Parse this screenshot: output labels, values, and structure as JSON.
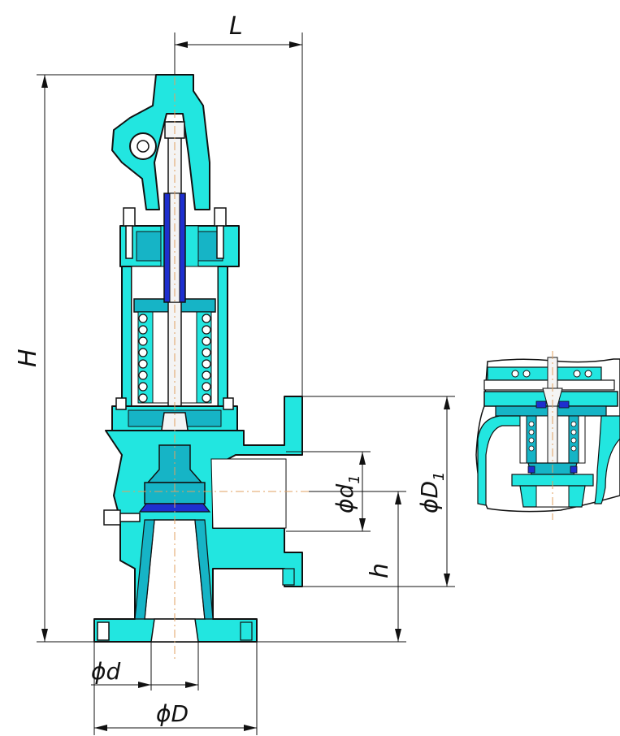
{
  "colors": {
    "body": "#22e6e0",
    "body_dark": "#16b4c6",
    "seal": "#1e2fcf",
    "background": "#ffffff",
    "line": "#111111",
    "axis": "#e0a060"
  },
  "dimensions": {
    "L": "L",
    "H": "H",
    "h": "h",
    "d": "ϕd",
    "D": "ϕD",
    "d1": "ϕd",
    "d1_sub": "1",
    "D1": "ϕD",
    "D1_sub": "1"
  }
}
